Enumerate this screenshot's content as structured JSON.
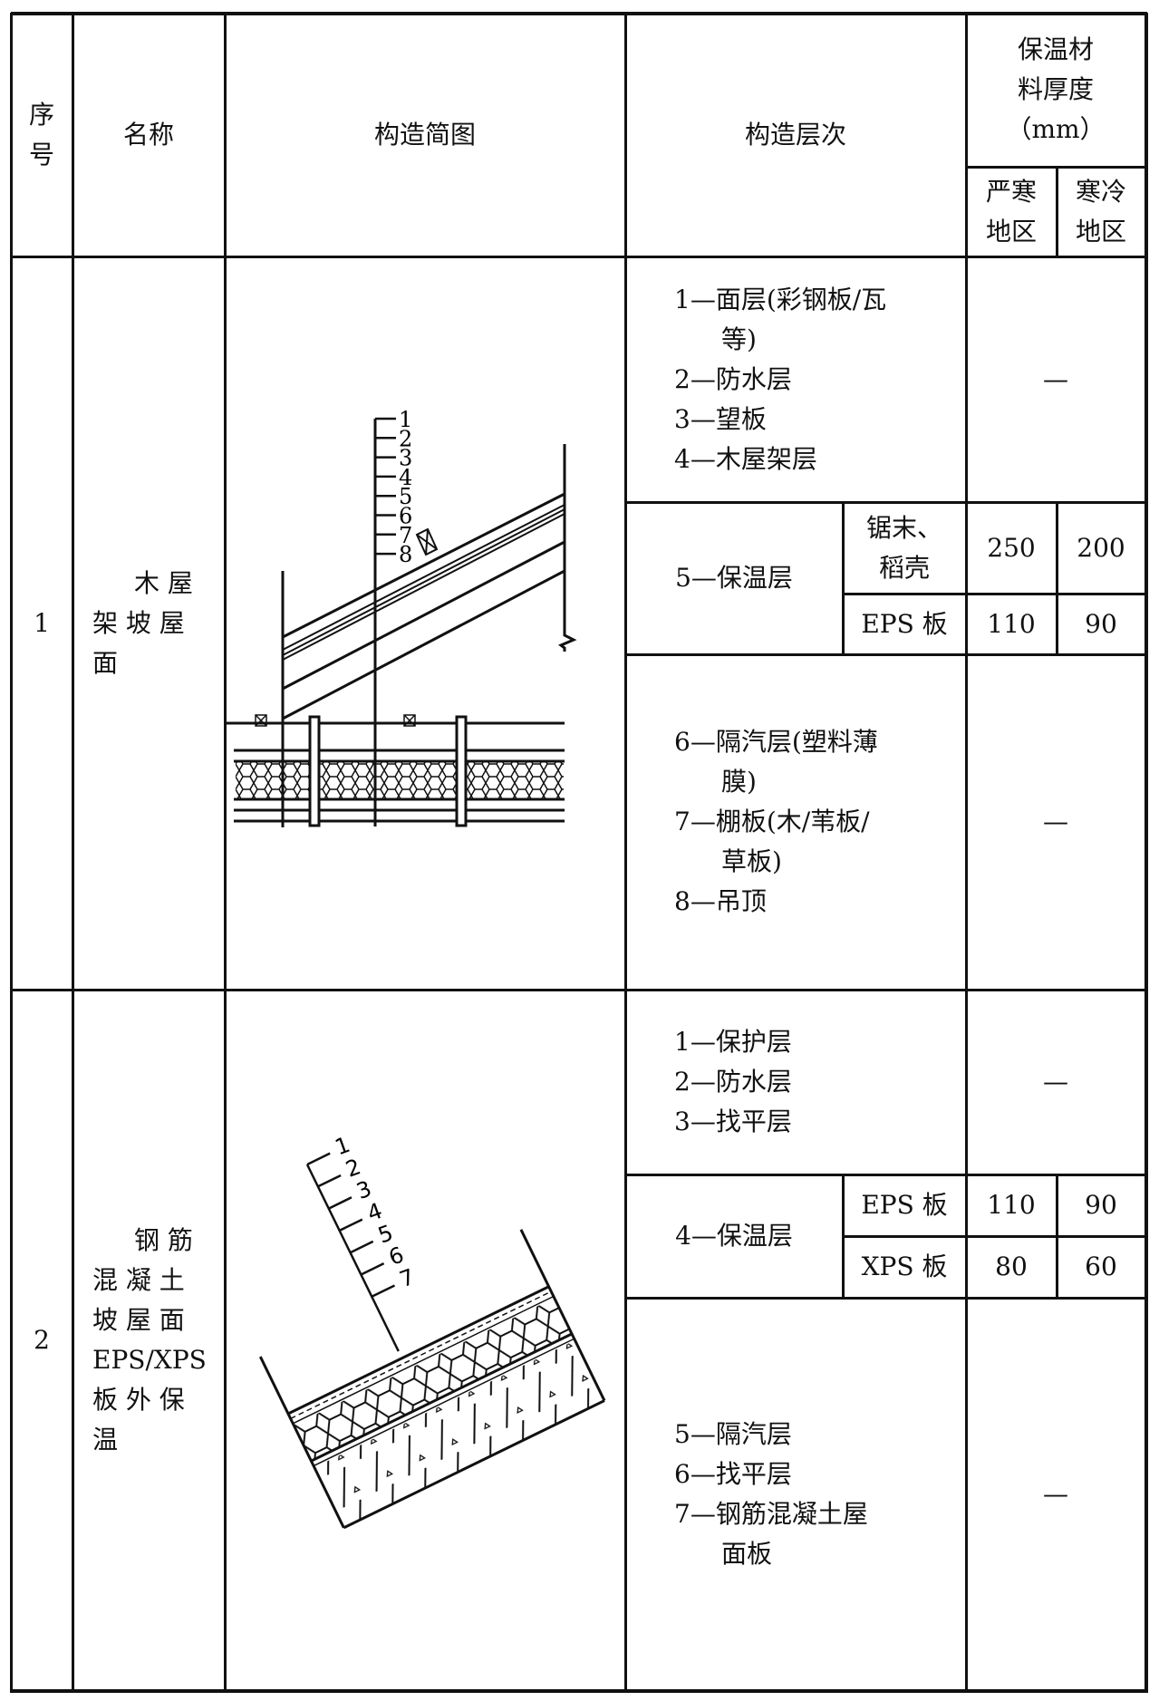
{
  "header": {
    "seq": [
      "序",
      "号"
    ],
    "name": "名称",
    "diagram": "构造简图",
    "layers": "构造层次",
    "thickness": [
      "保温材",
      "料厚度",
      "（mm）"
    ],
    "severe_cold": [
      "严寒",
      "地区"
    ],
    "cold": [
      "寒冷",
      "地区"
    ]
  },
  "rows": [
    {
      "seq": "1",
      "name": [
        "木 屋",
        "架 坡 屋",
        "面"
      ],
      "diagram_labels": [
        "1",
        "2",
        "3",
        "4",
        "5",
        "6",
        "7",
        "8"
      ],
      "upper_layers": [
        "1—面层(彩钢板/瓦",
        "等)",
        "2—防水层",
        "3—望板",
        "4—木屋架层"
      ],
      "upper_thickness": "—",
      "insulation_label": "5—保温层",
      "materials": [
        {
          "name": [
            "锯末、",
            "稻壳"
          ],
          "severe": "250",
          "cold": "200"
        },
        {
          "name": [
            "EPS 板"
          ],
          "severe": "110",
          "cold": "90"
        }
      ],
      "lower_layers": [
        "6—隔汽层(塑料薄",
        "膜)",
        "7—棚板(木/苇板/",
        "草板)",
        "8—吊顶"
      ],
      "lower_thickness": "—"
    },
    {
      "seq": "2",
      "name": [
        "钢 筋",
        "混 凝 土",
        "坡 屋 面",
        "EPS/XPS",
        "板 外 保",
        "温"
      ],
      "diagram_labels": [
        "1",
        "2",
        "3",
        "4",
        "5",
        "6",
        "7"
      ],
      "upper_layers": [
        "1—保护层",
        "2—防水层",
        "3—找平层"
      ],
      "upper_thickness": "—",
      "insulation_label": "4—保温层",
      "materials": [
        {
          "name": [
            "EPS 板"
          ],
          "severe": "110",
          "cold": "90"
        },
        {
          "name": [
            "XPS 板"
          ],
          "severe": "80",
          "cold": "60"
        }
      ],
      "lower_layers": [
        "5—隔汽层",
        "6—找平层",
        "7—钢筋混凝土屋",
        "面板"
      ],
      "lower_thickness": "—"
    }
  ]
}
